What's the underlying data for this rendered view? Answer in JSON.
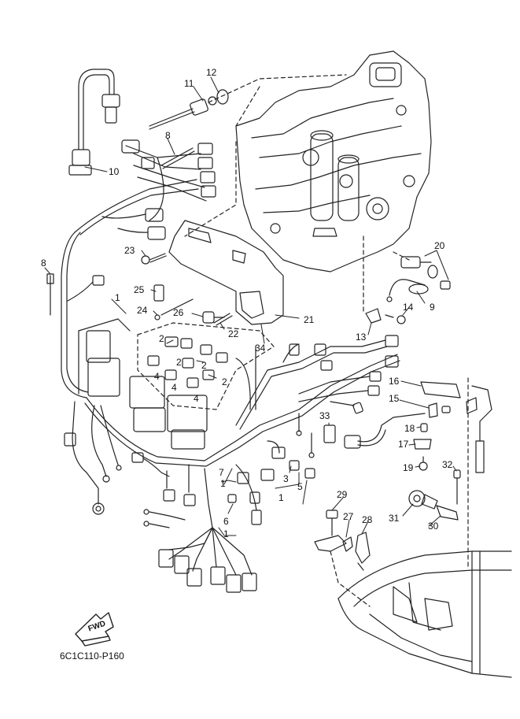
{
  "diagram": {
    "reference_code": "6C1C110-P160",
    "fwd_arrow_label": "FWD",
    "callouts": {
      "c1a": "1",
      "c1b": "1",
      "c1c": "1",
      "c1d": "1",
      "c2a": "2",
      "c2b": "2",
      "c2c": "2",
      "c2d": "2",
      "c3": "3",
      "c4a": "4",
      "c4b": "4",
      "c4c": "4",
      "c5": "5",
      "c6": "6",
      "c7": "7",
      "c8a": "8",
      "c8b": "8",
      "c9": "9",
      "c10": "10",
      "c11": "11",
      "c12": "12",
      "c13": "13",
      "c14": "14",
      "c15": "15",
      "c16": "16",
      "c17": "17",
      "c18": "18",
      "c19": "19",
      "c20": "20",
      "c21": "21",
      "c22": "22",
      "c23": "23",
      "c24": "24",
      "c25": "25",
      "c26": "26",
      "c27": "27",
      "c28": "28",
      "c29": "29",
      "c30": "30",
      "c31": "31",
      "c32": "32",
      "c33": "33",
      "c34": "34"
    }
  }
}
